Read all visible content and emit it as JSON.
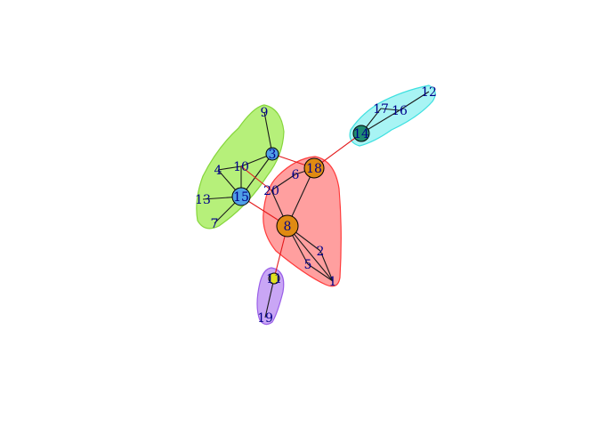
{
  "graph": {
    "nodes": [
      {
        "id": "1",
        "label": "1",
        "community": "red",
        "fill": "none"
      },
      {
        "id": "2",
        "label": "2",
        "community": "red",
        "fill": "none"
      },
      {
        "id": "3",
        "label": "3",
        "community": "green",
        "fill": "#4f9fe6"
      },
      {
        "id": "4",
        "label": "4",
        "community": "green",
        "fill": "none"
      },
      {
        "id": "5",
        "label": "5",
        "community": "red",
        "fill": "none"
      },
      {
        "id": "6",
        "label": "6",
        "community": "red",
        "fill": "none"
      },
      {
        "id": "7",
        "label": "7",
        "community": "green",
        "fill": "none"
      },
      {
        "id": "8",
        "label": "8",
        "community": "red",
        "fill": "#e08a12"
      },
      {
        "id": "9",
        "label": "9",
        "community": "green",
        "fill": "none"
      },
      {
        "id": "10",
        "label": "10",
        "community": "green",
        "fill": "none"
      },
      {
        "id": "11",
        "label": "11",
        "community": "purple",
        "fill": "#e0e020"
      },
      {
        "id": "12",
        "label": "12",
        "community": "cyan",
        "fill": "none"
      },
      {
        "id": "13",
        "label": "13",
        "community": "green",
        "fill": "none"
      },
      {
        "id": "14",
        "label": "14",
        "community": "cyan",
        "fill": "#1f8c72"
      },
      {
        "id": "15",
        "label": "15",
        "community": "green",
        "fill": "#4f9fe6"
      },
      {
        "id": "16",
        "label": "16",
        "community": "cyan",
        "fill": "none"
      },
      {
        "id": "17",
        "label": "17",
        "community": "cyan",
        "fill": "none"
      },
      {
        "id": "18",
        "label": "18",
        "community": "red",
        "fill": "#e08a12"
      },
      {
        "id": "19",
        "label": "19",
        "community": "purple",
        "fill": "none"
      },
      {
        "id": "20",
        "label": "20",
        "community": "red",
        "fill": "none"
      }
    ],
    "edges": [
      {
        "source": "9",
        "target": "3",
        "cross": false
      },
      {
        "source": "3",
        "target": "10",
        "cross": false
      },
      {
        "source": "3",
        "target": "15",
        "cross": false
      },
      {
        "source": "4",
        "target": "10",
        "cross": false
      },
      {
        "source": "4",
        "target": "15",
        "cross": false
      },
      {
        "source": "13",
        "target": "15",
        "cross": false
      },
      {
        "source": "7",
        "target": "15",
        "cross": false
      },
      {
        "source": "10",
        "target": "15",
        "cross": false
      },
      {
        "source": "18",
        "target": "6",
        "cross": false
      },
      {
        "source": "18",
        "target": "8",
        "cross": false
      },
      {
        "source": "6",
        "target": "20",
        "cross": false
      },
      {
        "source": "20",
        "target": "8",
        "cross": false
      },
      {
        "source": "8",
        "target": "2",
        "cross": false
      },
      {
        "source": "8",
        "target": "5",
        "cross": false
      },
      {
        "source": "2",
        "target": "1",
        "cross": false
      },
      {
        "source": "5",
        "target": "1",
        "cross": false
      },
      {
        "source": "8",
        "target": "1",
        "cross": false
      },
      {
        "source": "11",
        "target": "19",
        "cross": false
      },
      {
        "source": "14",
        "target": "16",
        "cross": false
      },
      {
        "source": "14",
        "target": "17",
        "cross": false
      },
      {
        "source": "17",
        "target": "16",
        "cross": false
      },
      {
        "source": "16",
        "target": "12",
        "cross": false
      },
      {
        "source": "3",
        "target": "18",
        "cross": true
      },
      {
        "source": "10",
        "target": "20",
        "cross": true
      },
      {
        "source": "15",
        "target": "8",
        "cross": true
      },
      {
        "source": "14",
        "target": "18",
        "cross": true
      },
      {
        "source": "8",
        "target": "11",
        "cross": true
      }
    ],
    "communities": [
      {
        "id": "green",
        "fill": "#b6f07a",
        "stroke": "#86d63c"
      },
      {
        "id": "red",
        "fill": "#ff9f9f",
        "stroke": "#ff3b3b"
      },
      {
        "id": "cyan",
        "fill": "#a8f4f4",
        "stroke": "#3ee0e0"
      },
      {
        "id": "purple",
        "fill": "#c9a6f5",
        "stroke": "#9a5fe8"
      }
    ],
    "colors": {
      "edge": "#1a1a1a",
      "cross_edge": "#e31a1c",
      "label": "#00008b",
      "node_stroke": "#000000"
    }
  }
}
